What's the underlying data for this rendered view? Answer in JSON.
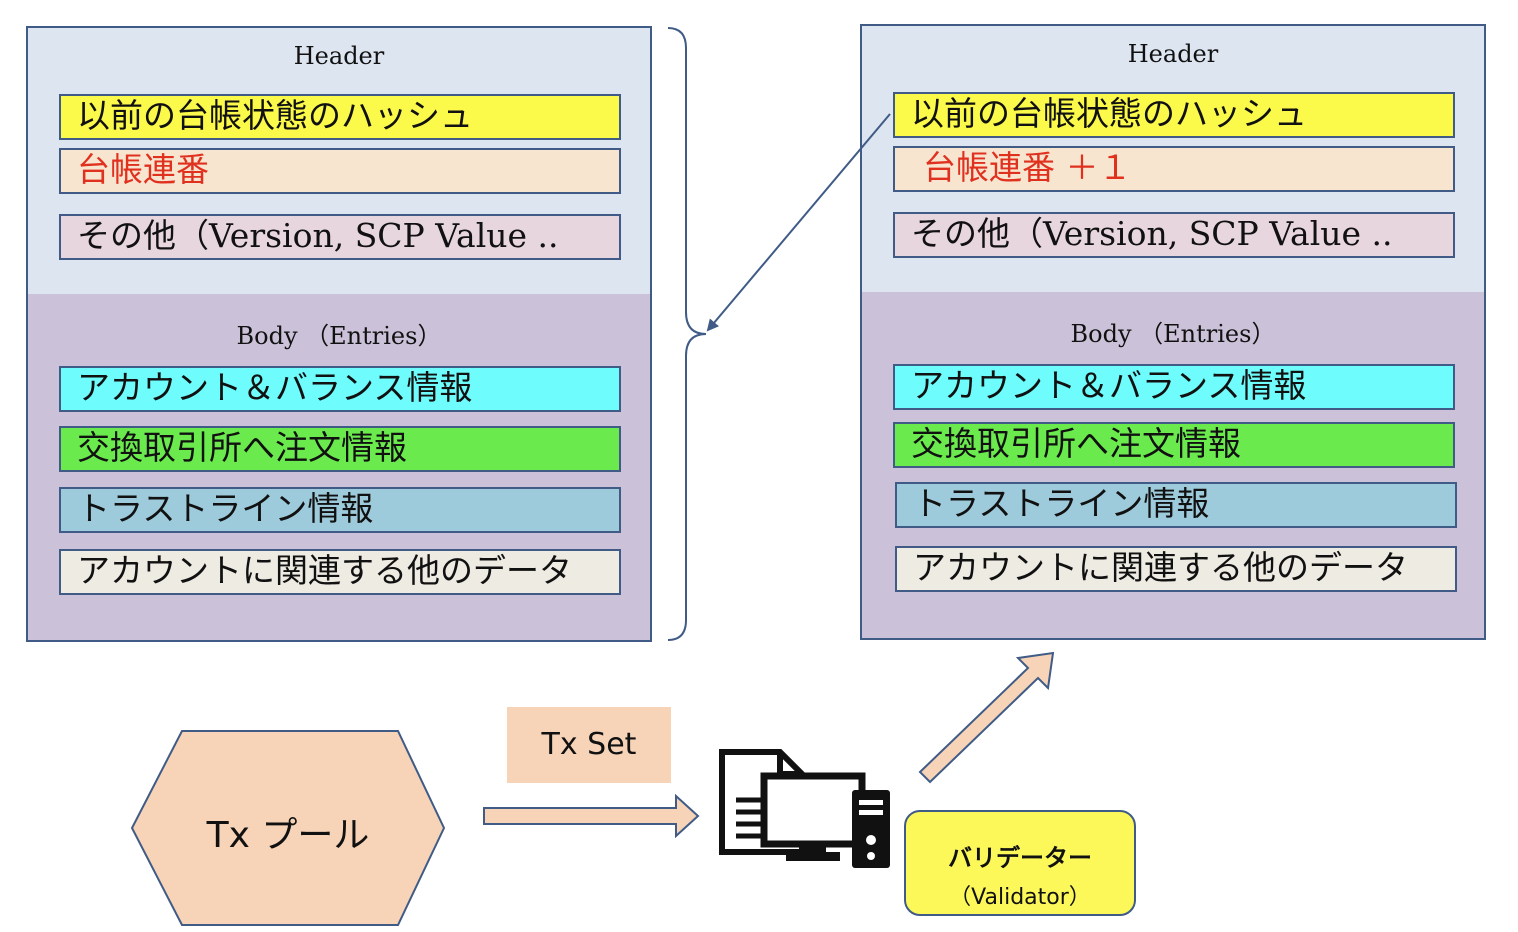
{
  "ledger_prev": {
    "header_title": "Header",
    "fields": {
      "prev_hash": "以前の台帳状態のハッシュ",
      "seq": "台帳連番",
      "other": "その他（Version, SCP Value .."
    },
    "body_title": "Body （Entries）",
    "entries": {
      "account": "アカウント＆バランス情報",
      "offers": "交換取引所へ注文情報",
      "trustlines": "トラストライン情報",
      "other_data": "アカウントに関連する他のデータ"
    }
  },
  "ledger_next": {
    "header_title": "Header",
    "fields": {
      "prev_hash": "以前の台帳状態のハッシュ",
      "seq": "台帳連番 ＋１",
      "other": "その他（Version, SCP Value .."
    },
    "body_title": "Body （Entries）",
    "entries": {
      "account": "アカウント＆バランス情報",
      "offers": "交換取引所へ注文情報",
      "trustlines": "トラストライン情報",
      "other_data": "アカウントに関連する他のデータ"
    }
  },
  "tx_pool": {
    "label": "Tx プール"
  },
  "tx_set": {
    "label": "Tx Set"
  },
  "validator": {
    "line1": "バリデーター",
    "line2": "（Validator）"
  },
  "colors": {
    "border": "#3f5b86",
    "header_bg": "#dde5f1",
    "body_bg": "#cbc2da",
    "arrow_fill": "#f7d4b8"
  }
}
